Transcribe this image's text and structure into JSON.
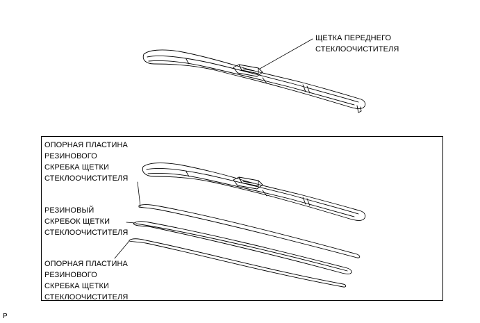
{
  "labels": {
    "front_wiper": [
      "ЩЕТКА ПЕРЕДНЕГО",
      "СТЕКЛООЧИСТИТЕЛЯ"
    ],
    "backing_plate_top": [
      "ОПОРНАЯ ПЛАСТИНА",
      "РЕЗИНОВОГО",
      "СКРЕБКА ЩЕТКИ",
      "СТЕКЛООЧИСТИТЕЛЯ"
    ],
    "rubber_blade": [
      "РЕЗИНОВЫЙ",
      "СКРЕБОК ЩЕТКИ",
      "СТЕКЛООЧИСТИТЕЛЯ"
    ],
    "backing_plate_bottom": [
      "ОПОРНАЯ ПЛАСТИНА",
      "РЕЗИНОВОГО",
      "СКРЕБКА ЩЕТКИ",
      "СТЕКЛООЧИСТИТЕЛЯ"
    ]
  },
  "figure_code": "P"
}
